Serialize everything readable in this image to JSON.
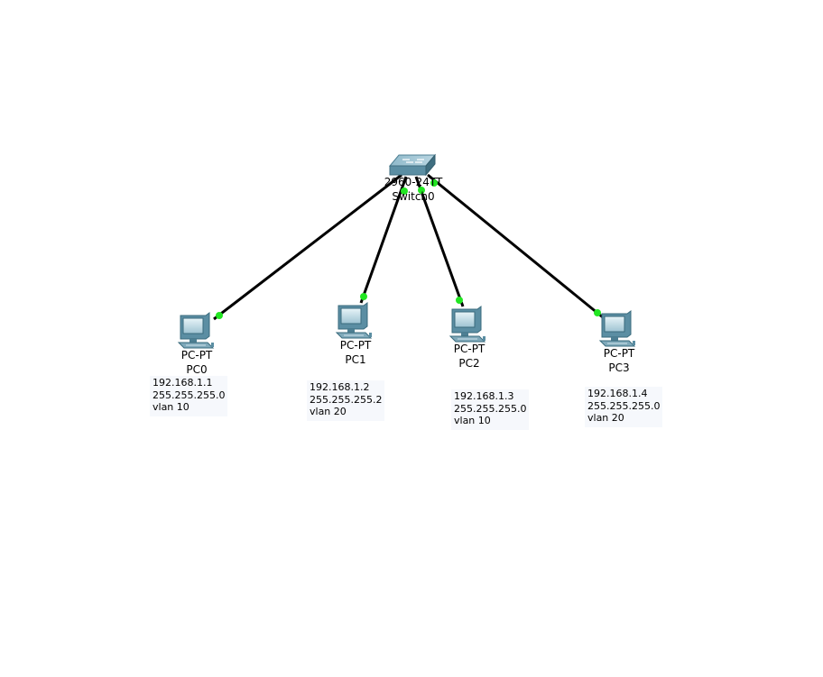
{
  "switch": {
    "model": "2960-24TT",
    "name": "Switch0",
    "icon": "switch-icon"
  },
  "pcs": [
    {
      "model": "PC-PT",
      "name": "PC0",
      "ip": "192.168.1.1",
      "mask": "255.255.255.0",
      "vlan": "vlan 10",
      "icon": "pc-icon"
    },
    {
      "model": "PC-PT",
      "name": "PC1",
      "ip": "192.168.1.2",
      "mask": "255.255.255.2",
      "vlan": "vlan 20",
      "icon": "pc-icon"
    },
    {
      "model": "PC-PT",
      "name": "PC2",
      "ip": "192.168.1.3",
      "mask": "255.255.255.0",
      "vlan": "vlan 10",
      "icon": "pc-icon"
    },
    {
      "model": "PC-PT",
      "name": "PC3",
      "ip": "192.168.1.4",
      "mask": "255.255.255.0",
      "vlan": "vlan 20",
      "icon": "pc-icon"
    }
  ],
  "colors": {
    "link": "#000000",
    "link_status": "#22e622",
    "device_body": "#5b8ea3",
    "device_light": "#a9cad8",
    "note_background": "#f6f8fc"
  }
}
